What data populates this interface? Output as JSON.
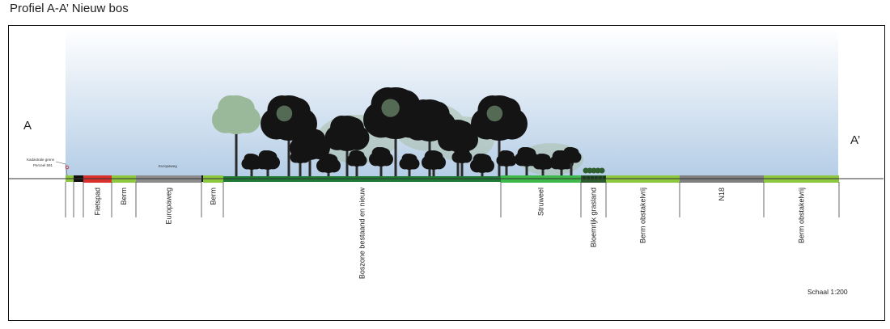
{
  "title": "Profiel A-A’ Nieuw bos",
  "start_marker": "A",
  "end_marker": "A’",
  "scale_label": "Schaal 1:200",
  "small_labels": {
    "kadaster": "Kadastrale grens",
    "perceel": "Perceel 591",
    "europaweg_road": "Europaweg"
  },
  "zones": [
    {
      "label": "Fietspad",
      "color": "#d9302c"
    },
    {
      "label": "Berm",
      "color": "#8dc63f"
    },
    {
      "label": "Europaweg",
      "color": "#8c8c8c"
    },
    {
      "label": "Berm",
      "color": "#8dc63f"
    },
    {
      "label": "Boszone bestaand en nieuw",
      "color": "#1e7a34"
    },
    {
      "label": "Struweel",
      "color": "#3db84a"
    },
    {
      "label": "Bloemrijk grasland",
      "color": "#2d5a2d"
    },
    {
      "label": "Berm obstakelvrij",
      "color": "#8dc63f"
    },
    {
      "label": "N18",
      "color": "#7f7f7f"
    },
    {
      "label": "Berm obstakelvrij",
      "color": "#8dc63f"
    }
  ],
  "colors": {
    "sky_top": "#ffffff",
    "sky_bottom": "#b4cde6",
    "tree_dark": "#141414",
    "tree_light": "#9ab89a",
    "ground_line": "#333333"
  }
}
